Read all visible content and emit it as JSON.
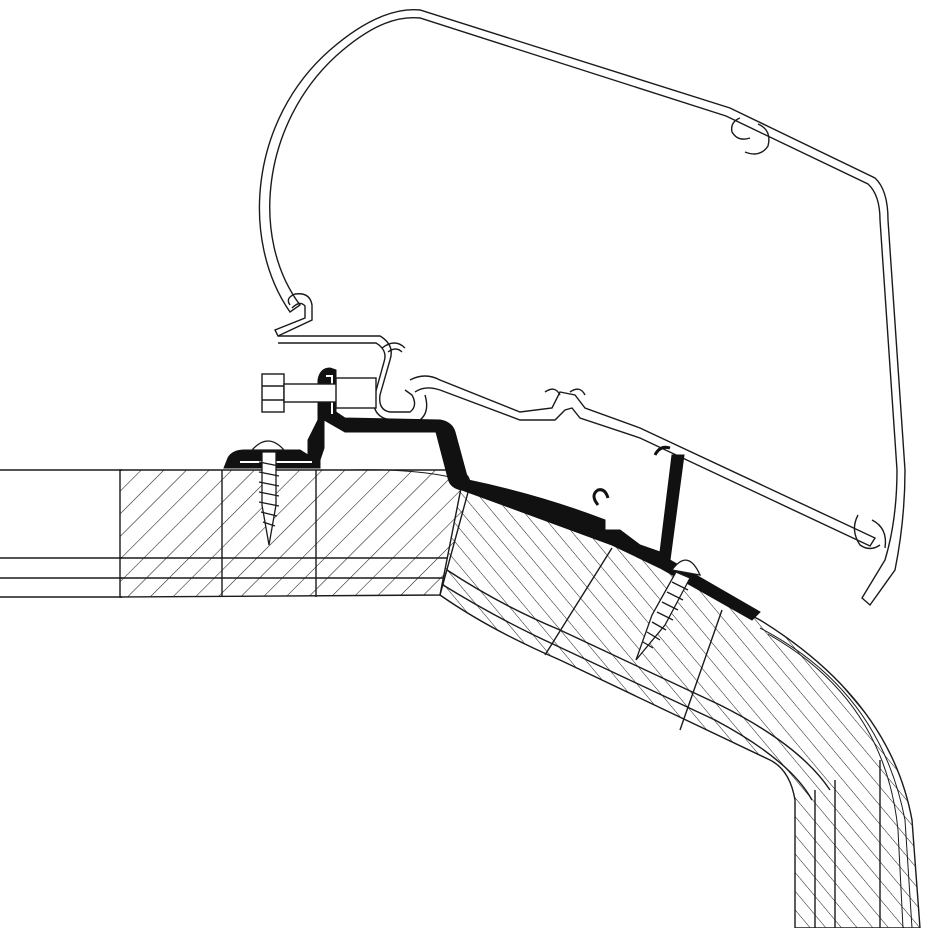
{
  "diagram": {
    "kind": "technical cross-section line drawing",
    "labels": [],
    "colors": {
      "background": "#ffffff",
      "line": "#1a1a1a",
      "adapter_fill": "#111111",
      "hatch": "#1a1a1a"
    },
    "components": [
      {
        "id": "awning-case-profile",
        "icon": "awning-case"
      },
      {
        "id": "adapter-rail",
        "icon": "black-adapter-profile"
      },
      {
        "id": "mounting-bolt",
        "icon": "bolt"
      },
      {
        "id": "screw-left",
        "icon": "wood-screw"
      },
      {
        "id": "screw-right",
        "icon": "wood-screw"
      },
      {
        "id": "roof-wall-section",
        "icon": "hatched-section"
      }
    ]
  }
}
